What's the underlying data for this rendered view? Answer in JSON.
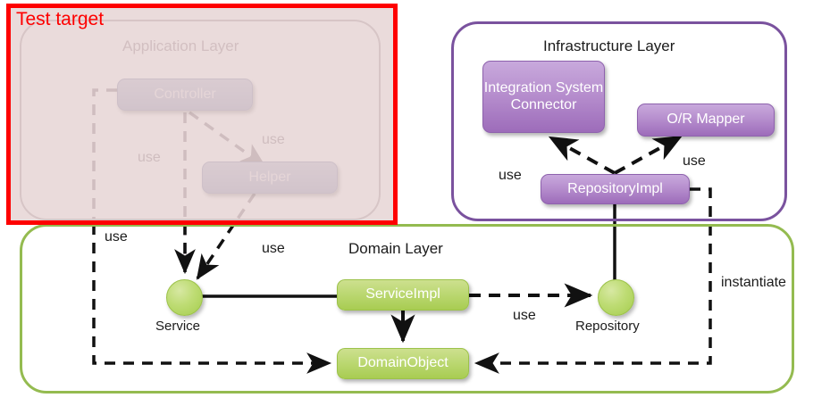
{
  "diagram": {
    "title": "Layered Architecture Diagram",
    "test_target_label": "Test target",
    "colors": {
      "test_target_border": "#fe0000",
      "application_layer_border": "#b9b0b4",
      "infrastructure_layer_border": "#7a529e",
      "domain_layer_border": "#94bb50",
      "application_node": "#b7bbd2",
      "infrastructure_node": "#b78fce",
      "domain_node": "#bcd873",
      "edge": "#111111",
      "faded_edge": "#9e9399"
    }
  },
  "layers": {
    "application": {
      "title": "Application Layer",
      "nodes": [
        {
          "id": "controller",
          "label": "Controller"
        },
        {
          "id": "helper",
          "label": "Helper"
        }
      ]
    },
    "infrastructure": {
      "title": "Infrastructure  Layer",
      "nodes": [
        {
          "id": "integration",
          "label": "Integration System Connector"
        },
        {
          "id": "ormapper",
          "label": "O/R Mapper"
        },
        {
          "id": "repositoryimpl",
          "label": "RepositoryImpl"
        }
      ]
    },
    "domain": {
      "title": "Domain Layer",
      "nodes": [
        {
          "id": "serviceimpl",
          "label": "ServiceImpl"
        },
        {
          "id": "domainobject",
          "label": "DomainObject"
        }
      ],
      "interfaces": [
        {
          "id": "service",
          "label": "Service"
        },
        {
          "id": "repository",
          "label": "Repository"
        }
      ]
    }
  },
  "edge_labels": {
    "controller_to_helper": "use",
    "controller_to_service": "use",
    "application_to_domainobject": "use",
    "helper_to_service": "use",
    "serviceimpl_to_repository": "use",
    "repositoryimpl_to_integration": "use",
    "repositoryimpl_to_ormapper": "use",
    "repositoryimpl_to_domainobject": "instantiate"
  }
}
